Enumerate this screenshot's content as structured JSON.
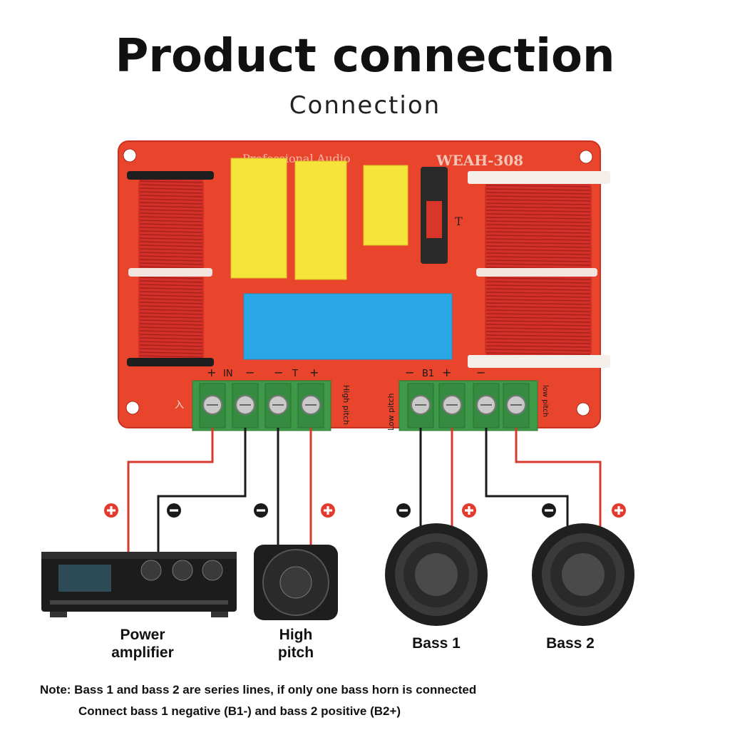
{
  "header": {
    "title": "Product connection",
    "subtitle": "Connection"
  },
  "board": {
    "brand_text": "Professional Audio",
    "model_text": "WEAH-308",
    "switch_label": "T",
    "input_terminal_labels": [
      "+",
      "IN",
      "−",
      "−",
      "T",
      "+"
    ],
    "input_side_char": "入",
    "high_pitch_side_label": "High pitch",
    "low_pitch_side_label": "Low pitch",
    "output_terminal_labels": [
      "−",
      "B1",
      "+",
      "−"
    ],
    "right_side_label": "low pitch",
    "colors": {
      "board": "#e8452c",
      "coil": "#d4302a",
      "capacitor_yellow": "#f7e43a",
      "resistor_blue": "#2aa8e6",
      "terminal_green": "#3e9a48",
      "wire_red": "#d63a2e",
      "wire_black": "#1a1a1a"
    }
  },
  "polarity_markers": [
    "+",
    "−",
    "−",
    "+",
    "−",
    "+",
    "−",
    "+"
  ],
  "devices": {
    "power_amplifier": "Power\namplifier",
    "high_pitch": "High\npitch",
    "bass1": "Bass 1",
    "bass2": "Bass 2"
  },
  "note": {
    "line1": "Note: Bass 1 and bass 2 are series lines, if only one bass horn is connected",
    "line2": "Connect bass 1 negative (B1-) and bass 2 positive (B2+)"
  }
}
